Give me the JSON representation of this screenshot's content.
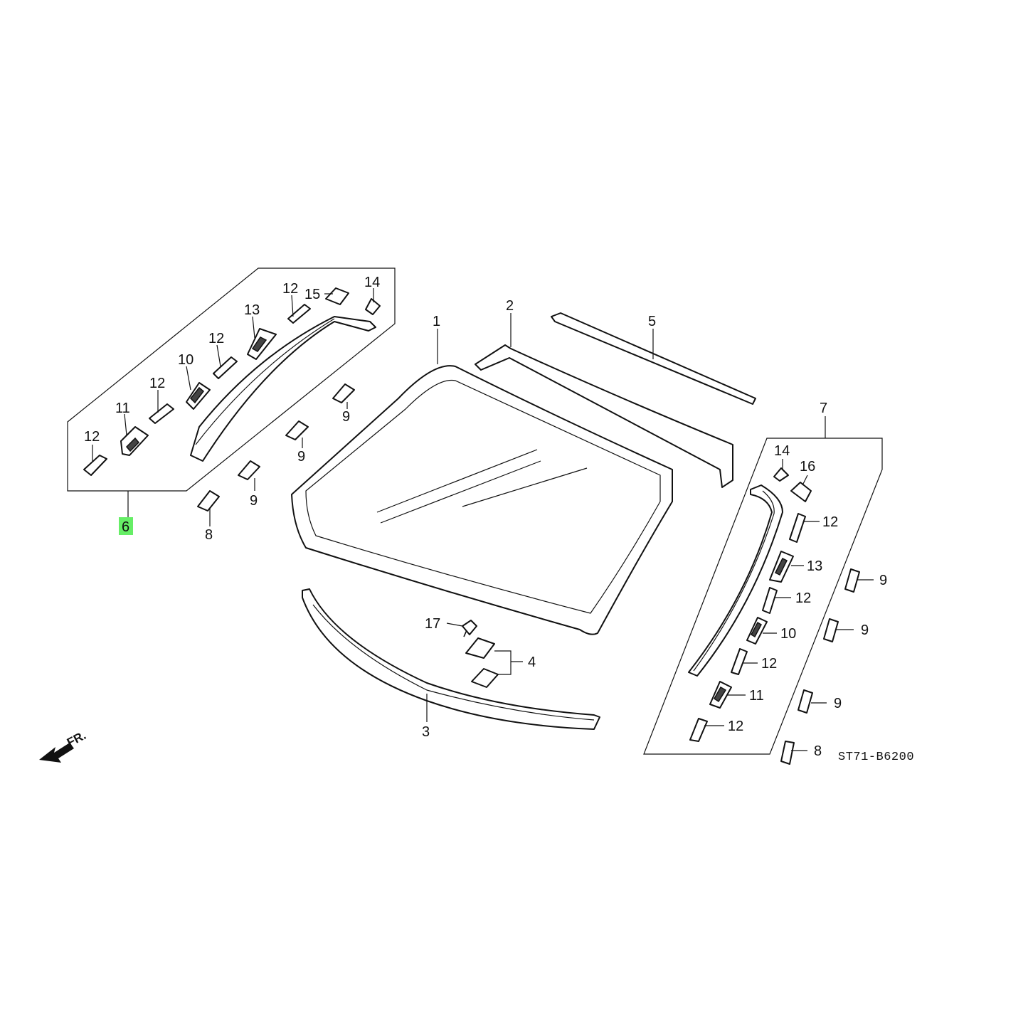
{
  "diagram": {
    "code": "ST71-B6200",
    "front_marker": "FR.",
    "highlight_color": "#66ee66",
    "callouts": {
      "c1": "1",
      "c2": "2",
      "c3": "3",
      "c4": "4",
      "c5": "5",
      "c6": "6",
      "c7": "7",
      "l12a": "12",
      "l11": "11",
      "l12b": "12",
      "l10": "10",
      "l12c": "12",
      "l13": "13",
      "l12d": "12",
      "l15": "15",
      "l14": "14",
      "l9a": "9",
      "l9b": "9",
      "l9c": "9",
      "l8a": "8",
      "l17": "17",
      "r14": "14",
      "r16": "16",
      "r12a": "12",
      "r13": "13",
      "r12b": "12",
      "r10": "10",
      "r12c": "12",
      "r11": "11",
      "r12d": "12",
      "r9a": "9",
      "r9b": "9",
      "r9c": "9",
      "r8": "8"
    }
  }
}
